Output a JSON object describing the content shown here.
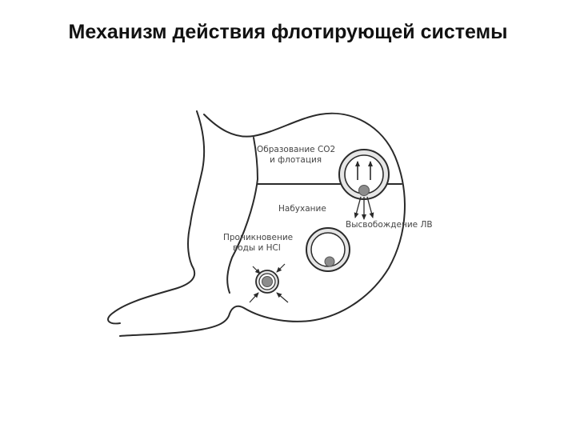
{
  "title": "Механизм действия флотирующей системы",
  "diagram": {
    "labels": {
      "formation_line1": "Образование СО2",
      "formation_line2": "и флотация",
      "swelling": "Набухание",
      "release": "Высвобождение ЛВ",
      "penetration_line1": "Проникновение",
      "penetration_line2": "воды и HCl"
    },
    "colors": {
      "stroke": "#2a2a2a",
      "shell": "#e6e6e6",
      "core": "#8c8c8c",
      "label": "#444444"
    }
  }
}
